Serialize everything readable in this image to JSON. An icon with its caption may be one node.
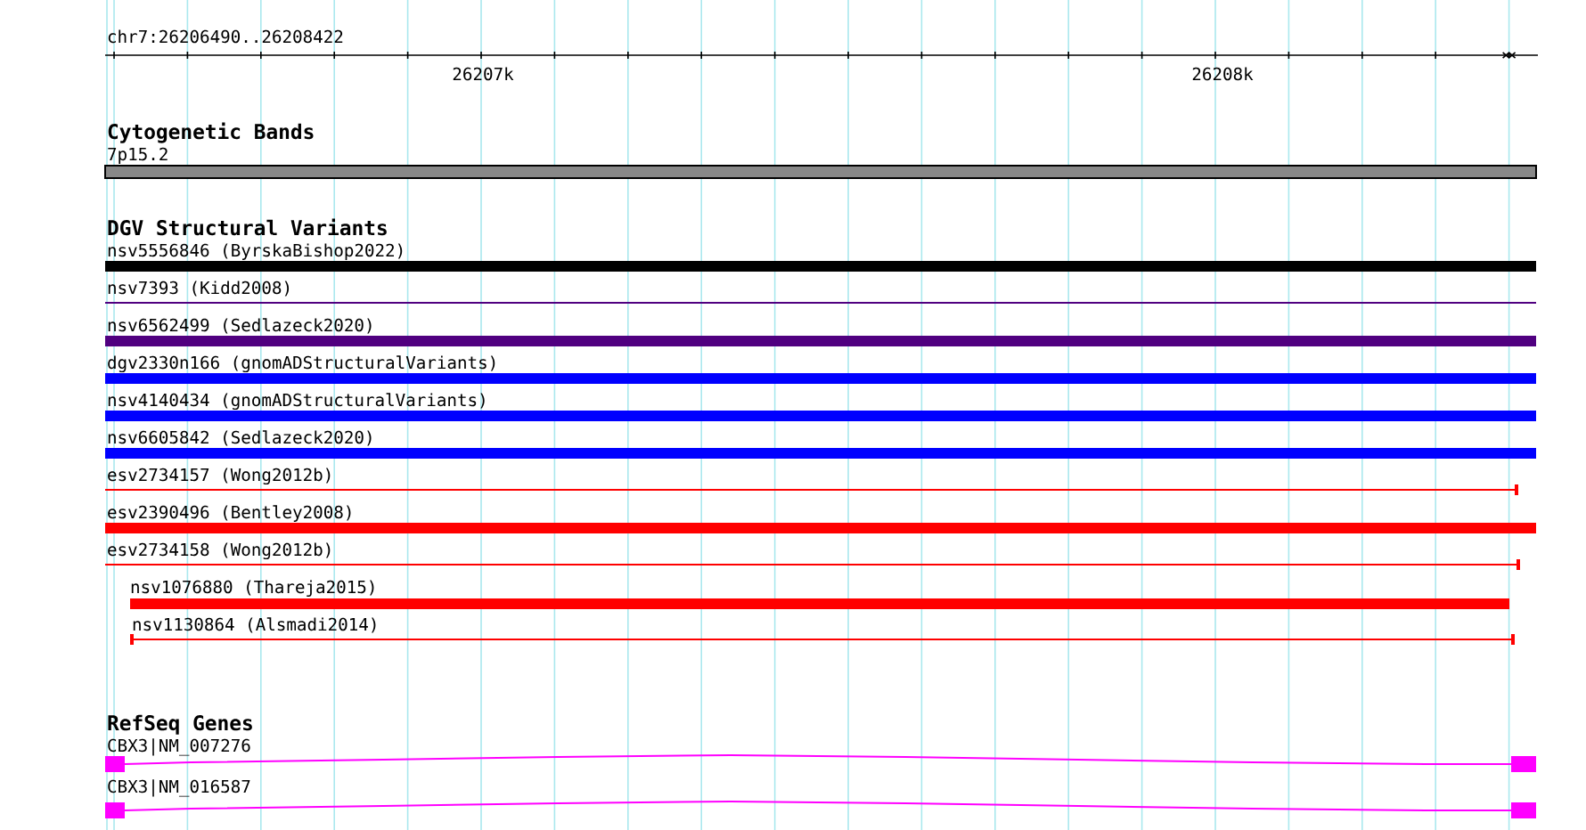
{
  "diagram": {
    "title": "chr7:26206490..26208422",
    "nodes": [
      {
        "text": [
          "7p15.2"
        ]
      },
      {
        "text": [
          "nsv5556846 (ByrskaBishop2022)"
        ]
      },
      {
        "text": [
          "nsv7393 (Kidd2008)"
        ]
      },
      {
        "text": [
          "nsv6562499 (Sedlazeck2020)"
        ]
      },
      {
        "text": [
          "dgv2330n166 (gnomADStructuralVariants)"
        ]
      },
      {
        "text": [
          "nsv4140434 (gnomADStructuralVariants)"
        ]
      },
      {
        "text": [
          "nsv6605842 (Sedlazeck2020)"
        ]
      },
      {
        "text": [
          "esv2734157 (Wong2012b)"
        ]
      },
      {
        "text": [
          "esv2390496 (Bentley2008)"
        ]
      },
      {
        "text": [
          "esv2734158 (Wong2012b)"
        ]
      },
      {
        "text": [
          "nsv1076880 (Thareja2015)"
        ]
      },
      {
        "text": [
          "nsv1130864 (Alsmadi2014)"
        ]
      },
      {
        "text": [
          "CBX3|NM_007276"
        ]
      },
      {
        "text": [
          "CBX3|NM_016587"
        ]
      }
    ],
    "labels": [
      "26207k",
      "26208k",
      "Cytogenetic Bands",
      "DGV Structural Variants",
      "RefSeq Genes"
    ]
  }
}
